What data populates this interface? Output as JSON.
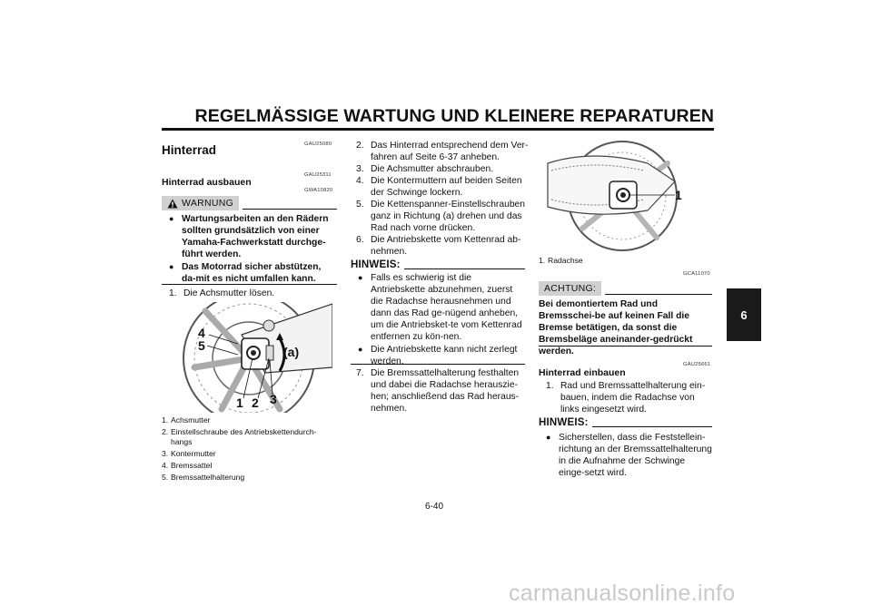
{
  "header": {
    "title": "REGELMÄSSIGE WARTUNG UND KLEINERE REPARATUREN"
  },
  "side_tab": {
    "label": "6"
  },
  "page_number": "6-40",
  "watermark": "carmanualsonline.info",
  "col1": {
    "code1": "GAU25080",
    "title": "Hinterrad",
    "code2": "GAU25311",
    "subtitle": "Hinterrad ausbauen",
    "code3": "GWA10820",
    "warning_label": "WARNUNG",
    "warning_items": [
      "Wartungsarbeiten an den Rädern sollten grundsätzlich von einer Yamaha-Fachwerkstatt durchge-führt werden.",
      "Das Motorrad sicher abstützen, da-mit es nicht umfallen kann."
    ],
    "step1": {
      "num": "1.",
      "text": "Die Achsmutter lösen."
    },
    "figure_callouts": [
      "4",
      "5",
      "(a)",
      "1",
      "2",
      "3"
    ],
    "legend": [
      {
        "num": "1.",
        "text": "Achsmutter"
      },
      {
        "num": "2.",
        "text": "Einstellschraube des Antriebskettendurch-hangs"
      },
      {
        "num": "3.",
        "text": "Kontermutter"
      },
      {
        "num": "4.",
        "text": "Bremssattel"
      },
      {
        "num": "5.",
        "text": "Bremssattelhalterung"
      }
    ]
  },
  "col2": {
    "steps": [
      {
        "num": "2.",
        "text": "Das Hinterrad entsprechend dem Ver-fahren auf Seite 6-37 anheben."
      },
      {
        "num": "3.",
        "text": "Die Achsmutter abschrauben."
      },
      {
        "num": "4.",
        "text": "Die Kontermuttern auf beiden Seiten der Schwinge lockern."
      },
      {
        "num": "5.",
        "text": "Die Kettenspanner-Einstellschrauben ganz in Richtung (a) drehen und das Rad nach vorne drücken."
      },
      {
        "num": "6.",
        "text": "Die Antriebskette vom Kettenrad ab-nehmen."
      }
    ],
    "hinweis_label": "HINWEIS:",
    "hinweis_items": [
      "Falls es schwierig ist die Antriebskette abzunehmen, zuerst die Radachse herausnehmen und dann das Rad ge-nügend anheben, um die Antriebsket-te vom Kettenrad entfernen zu kön-nen.",
      "Die Antriebskette kann nicht zerlegt werden."
    ],
    "step7": {
      "num": "7.",
      "text": "Die Bremssattelhalterung festhalten und dabei die Radachse herauszie-hen; anschließend das Rad heraus-nehmen."
    }
  },
  "col3": {
    "figure_callout": "1",
    "legend": [
      {
        "num": "1.",
        "text": "Radachse"
      }
    ],
    "code1": "GCA11070",
    "achtung_label": "ACHTUNG:",
    "achtung_text": "Bei demontiertem Rad und Bremsschei-be auf keinen Fall die Bremse betätigen, da sonst die Bremsbeläge aneinander-gedrückt werden.",
    "code2": "GAU25661",
    "subtitle": "Hinterrad einbauen",
    "step1": {
      "num": "1.",
      "text": "Rad und Bremssattelhalterung ein-bauen, indem die Radachse von links eingesetzt wird."
    },
    "hinweis_label": "HINWEIS:",
    "hinweis_items": [
      "Sicherstellen, dass die Feststellein-richtung an der Bremssattelhalterung in die Aufnahme der Schwinge einge-setzt wird."
    ]
  }
}
